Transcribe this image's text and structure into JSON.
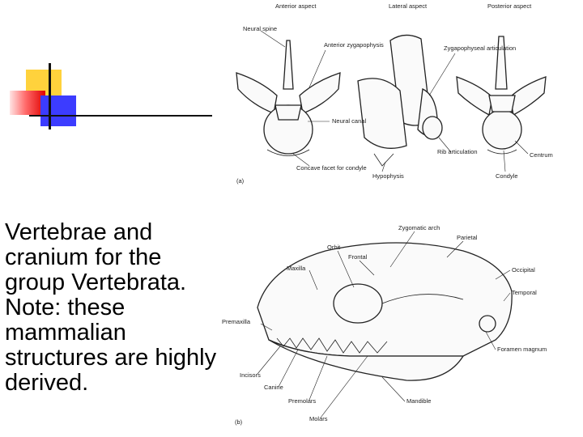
{
  "caption": {
    "text": "Vertebrae and cranium for the group Vertebrata. Note: these mammalian structures are highly derived."
  },
  "figure_a": {
    "panel_label": "(a)",
    "labels": {
      "anterior_aspect": "Anterior aspect",
      "lateral_aspect": "Lateral aspect",
      "posterior_aspect": "Posterior aspect",
      "neural_spine": "Neural spine",
      "anterior_zygapophysis": "Anterior zygapophysis",
      "zygapophyseal_articulation": "Zygapophyseal articulation",
      "neural_canal": "Neural canal",
      "rib_articulation": "Rib articulation",
      "centrum": "Centrum",
      "concave_facet": "Concave facet for condyle",
      "hypophysis": "Hypophysis",
      "condyle": "Condyle"
    }
  },
  "figure_b": {
    "panel_label": "(b)",
    "labels": {
      "zygomatic_arch": "Zygomatic arch",
      "parietal": "Parietal",
      "orbit": "Orbit",
      "frontal": "Frontal",
      "maxilla": "Maxilla",
      "occipital": "Occipital",
      "temporal": "Temporal",
      "premaxilla": "Premaxilla",
      "foramen_magnum": "Foramen magnum",
      "incisors": "Incisors",
      "canine": "Canine",
      "premolars": "Premolars",
      "mandible": "Mandible",
      "molars": "Molars"
    }
  }
}
